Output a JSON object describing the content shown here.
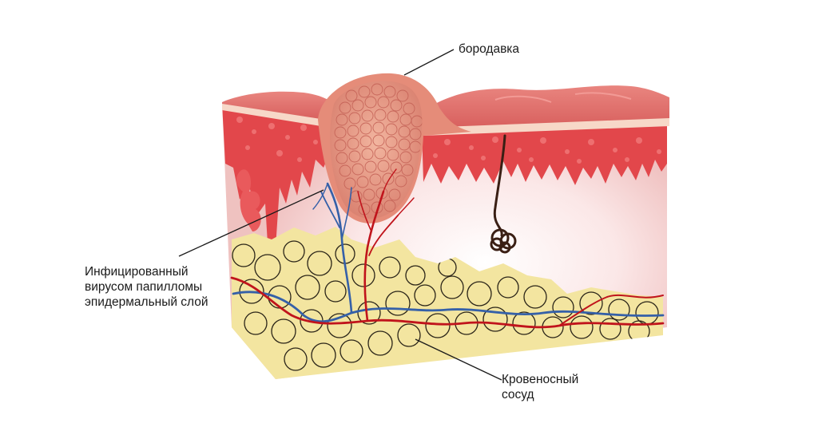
{
  "labels": {
    "wart": "бородавка",
    "infected_layer": [
      "Инфицированный",
      "вирусом папилломы",
      "эпидермальный слой"
    ],
    "blood_vessel": [
      "Кровеносный",
      "сосуд"
    ]
  },
  "colors": {
    "epidermis_top": "#e0706e",
    "epidermis_light": "#f7d8c8",
    "dermis": "#f0c3c1",
    "dermis_inner": "#fbecec",
    "papillary_red": "#e2474b",
    "fat": "#f3e5a0",
    "fat_line": "#2a2418",
    "wart_cells": "#e9a18c",
    "artery": "#c0141c",
    "vein": "#3560a8",
    "hair": "#3a1f14"
  },
  "icons": [
    "skin-cross-section-illustration"
  ]
}
